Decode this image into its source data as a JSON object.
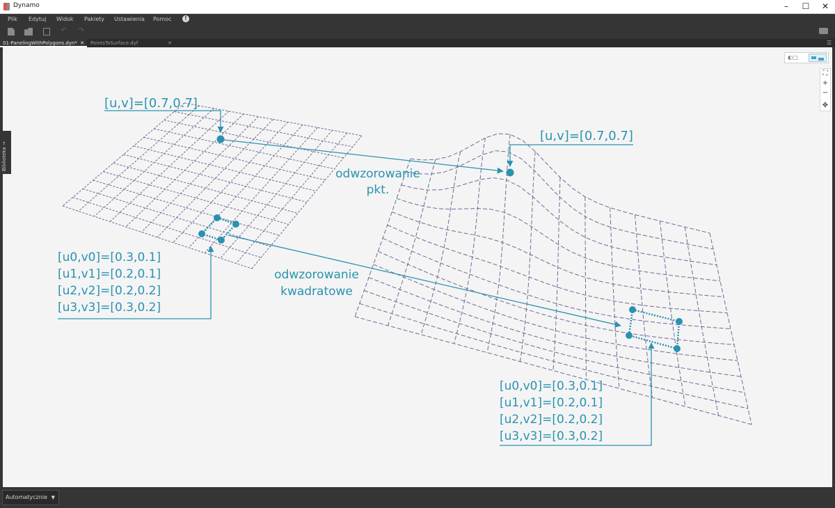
{
  "window": {
    "title": "Dynamo"
  },
  "menu": {
    "items": [
      "Plik",
      "Edytuj",
      "Widok",
      "Pakiety",
      "Ustawienia",
      "Pomoc"
    ]
  },
  "tabs": [
    {
      "label": "01-PanelingWithPolygons.dyn*"
    },
    {
      "label": "PointsToSurface.dyf"
    }
  ],
  "library": {
    "label": "Biblioteka"
  },
  "annotations": {
    "uv_top_left": "[u,v]=[0.7,0.7]",
    "uv_top_right": "[u,v]=[0.7,0.7]",
    "point_mapping": [
      "odwzorowanie",
      "pkt."
    ],
    "quad_mapping": [
      "odwzorowanie",
      "kwadratowe"
    ],
    "left_corners": [
      "[u0,v0]=[0.3,0.1]",
      "[u1,v1]=[0.2,0.1]",
      "[u2,v2]=[0.2,0.2]",
      "[u3,v3]=[0.3,0.2]"
    ],
    "right_corners": [
      "[u0,v0]=[0.3,0.1]",
      "[u1,v1]=[0.2,0.1]",
      "[u2,v2]=[0.2,0.2]",
      "[u3,v3]=[0.3,0.2]"
    ]
  },
  "status": {
    "run_mode": "Automatycznie"
  },
  "colors": {
    "accent": "#2a92b0",
    "grid": "#6b6a9a"
  }
}
